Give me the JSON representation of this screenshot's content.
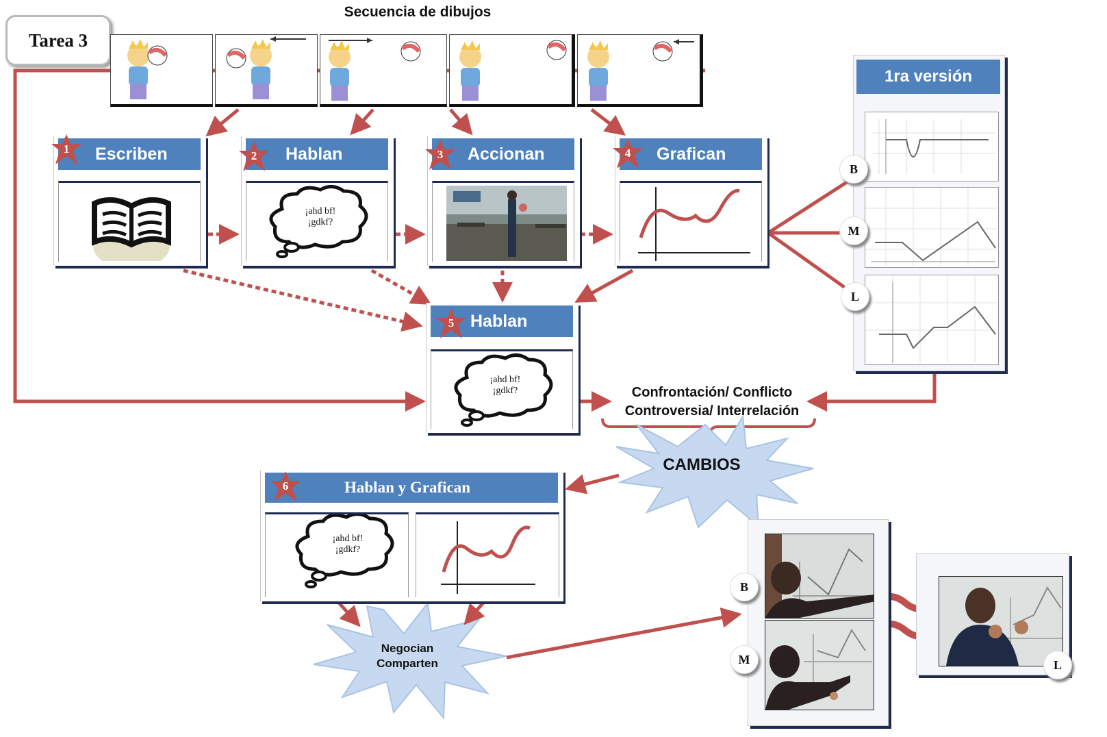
{
  "task_label": "Tarea 3",
  "sequence_title": "Secuencia de dibujos",
  "steps": [
    {
      "num": "1",
      "label": "Escriben"
    },
    {
      "num": "2",
      "label": "Hablan"
    },
    {
      "num": "3",
      "label": "Accionan"
    },
    {
      "num": "4",
      "label": "Grafican"
    },
    {
      "num": "5",
      "label": "Hablan"
    },
    {
      "num": "6",
      "label": "Hablan y Grafican"
    }
  ],
  "speech_cloud": {
    "line1": "¡ahd bf!",
    "line2": "¡gdkf?"
  },
  "first_version": {
    "title": "1ra versión",
    "labels": [
      "B",
      "M",
      "L"
    ]
  },
  "confrontation": {
    "line1": "Confrontación/ Conflicto",
    "line2": "Controversia/ Interrelación"
  },
  "cambios": "CAMBIOS",
  "negotiate": {
    "line1": "Negocian",
    "line2": "Comparten"
  },
  "final_labels": {
    "b": "B",
    "m": "M",
    "l": "L"
  },
  "colors": {
    "arrow": "#c0504d",
    "header": "#4f81bd",
    "burst": "#c6d9f1",
    "frame_shadow": "#1f2a50"
  }
}
